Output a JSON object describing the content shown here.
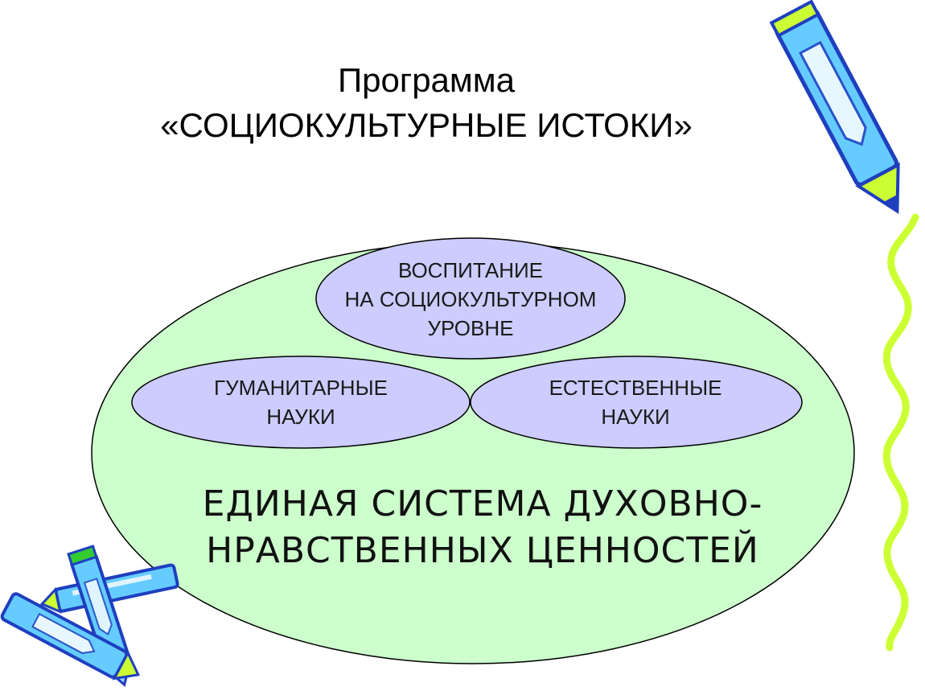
{
  "title": {
    "line1": "Программа",
    "line2": "«СОЦИОКУЛЬТУРНЫЕ ИСТОКИ»"
  },
  "diagram": {
    "outer": {
      "line1": "ЕДИНАЯ СИСТЕМА ДУХОВНО-",
      "line2": "НРАВСТВЕННЫХ ЦЕННОСТЕЙ",
      "fill": "#ccffcc"
    },
    "top_oval": {
      "line1": "ВОСПИТАНИЕ",
      "line2": "НА СОЦИОКУЛЬТУРНОМ",
      "line3": "УРОВНЕ",
      "fill": "#ccccff"
    },
    "left_oval": {
      "line1": "ГУМАНИТАРНЫЕ",
      "line2": "НАУКИ",
      "fill": "#ccccff"
    },
    "right_oval": {
      "line1": "ЕСТЕСТВЕННЫЕ",
      "line2": "НАУКИ",
      "fill": "#ccccff"
    }
  },
  "decorations": {
    "pen_icon": "pen-icon",
    "pens_icon": "pens-icon",
    "wavy_line": "wavy-line",
    "pen_color": "#1f3fbf",
    "wave_color": "#ccff33"
  }
}
